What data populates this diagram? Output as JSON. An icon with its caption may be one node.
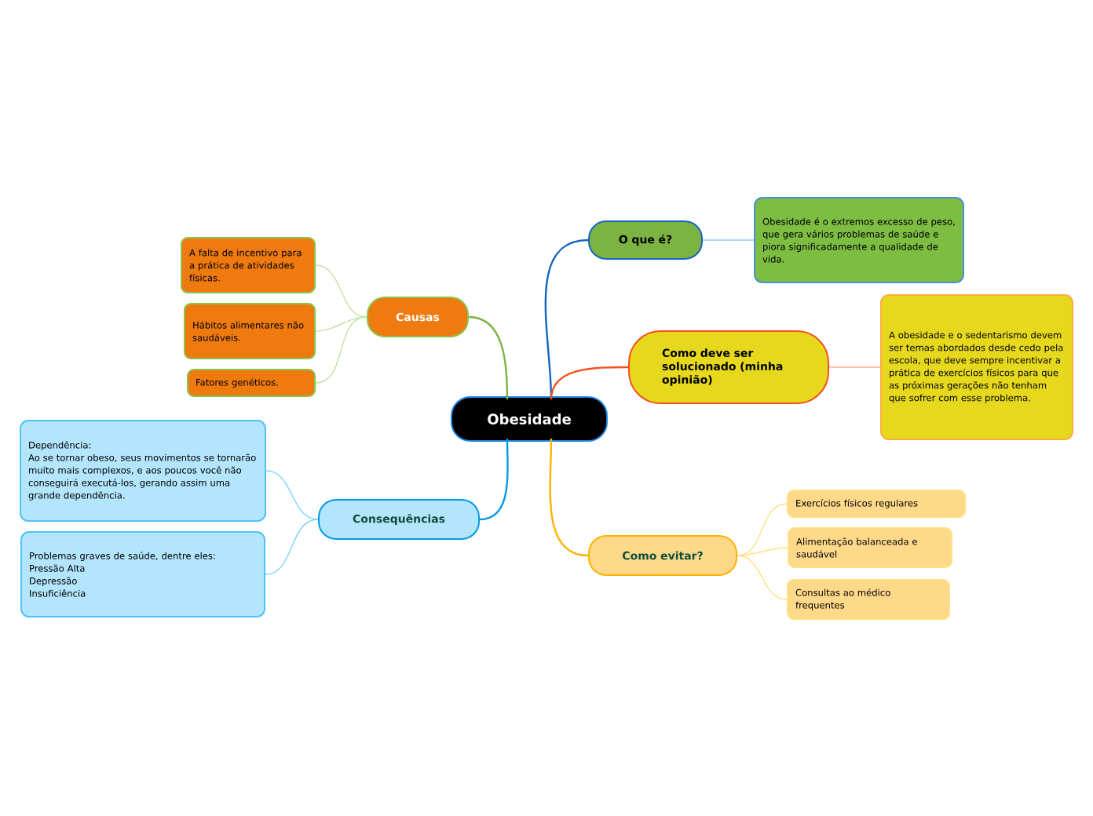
{
  "diagram": {
    "nodes": [
      {
        "text": [
          "Obesidade"
        ]
      },
      {
        "text": [
          "O que é?"
        ]
      },
      {
        "text": [
          "Obesidade é o extremos excesso de peso, que gera vários problemas de saúde e piora significadamente a qualidade de vida."
        ]
      },
      {
        "text": [
          "Como deve ser solucionado (minha opinião)"
        ]
      },
      {
        "text": [
          "A obesidade e o sedentarismo devem ser temas abordados desde cedo pela escola, que deve sempre incentivar a prática de exercícios físicos para que as próximas gerações não tenham que sofrer com esse problema."
        ]
      },
      {
        "text": [
          "Como evitar?"
        ]
      },
      {
        "text": [
          "Exercícios físicos regulares"
        ]
      },
      {
        "text": [
          "Alimentação balanceada e saudável"
        ]
      },
      {
        "text": [
          "Consultas ao médico frequentes"
        ]
      },
      {
        "text": [
          "Causas"
        ]
      },
      {
        "text": [
          "A falta de incentivo para a prática de atividades físicas."
        ]
      },
      {
        "text": [
          "Hábitos alimentares não saudáveis."
        ]
      },
      {
        "text": [
          "Fatores genéticos."
        ]
      },
      {
        "text": [
          "Consequências"
        ]
      },
      {
        "text": [
          "Dependência:",
          "Ao se tornar obeso, seus movimentos se tornarão muito mais complexos, e aos poucos você não conseguirá executá-los, gerando assim uma grande dependência."
        ]
      },
      {
        "text": [
          "Problemas graves de saúde, dentre eles:",
          "Pressão Alta",
          "Depressão",
          "Insuficiência"
        ]
      }
    ],
    "edges": [
      {
        "from": 0,
        "to": 1,
        "arrow": "none",
        "color": "#1565c0"
      },
      {
        "from": 1,
        "to": 2,
        "arrow": "none",
        "color": "#90caf9"
      },
      {
        "from": 0,
        "to": 3,
        "arrow": "none",
        "color": "#f4511e"
      },
      {
        "from": 3,
        "to": 4,
        "arrow": "none",
        "color": "#ffab91"
      },
      {
        "from": 0,
        "to": 5,
        "arrow": "none",
        "color": "#ffb300"
      },
      {
        "from": 5,
        "to": 6,
        "arrow": "none",
        "color": "#ffe082"
      },
      {
        "from": 5,
        "to": 7,
        "arrow": "none",
        "color": "#ffe082"
      },
      {
        "from": 5,
        "to": 8,
        "arrow": "none",
        "color": "#ffe082"
      },
      {
        "from": 0,
        "to": 9,
        "arrow": "none",
        "color": "#7cb342"
      },
      {
        "from": 9,
        "to": 10,
        "arrow": "none",
        "color": "#c5e1a5"
      },
      {
        "from": 9,
        "to": 11,
        "arrow": "none",
        "color": "#c5e1a5"
      },
      {
        "from": 9,
        "to": 12,
        "arrow": "none",
        "color": "#c5e1a5"
      },
      {
        "from": 0,
        "to": 13,
        "arrow": "none",
        "color": "#039be5"
      },
      {
        "from": 13,
        "to": 14,
        "arrow": "none",
        "color": "#81d4fa"
      },
      {
        "from": 13,
        "to": 15,
        "arrow": "none",
        "color": "#81d4fa"
      }
    ]
  }
}
